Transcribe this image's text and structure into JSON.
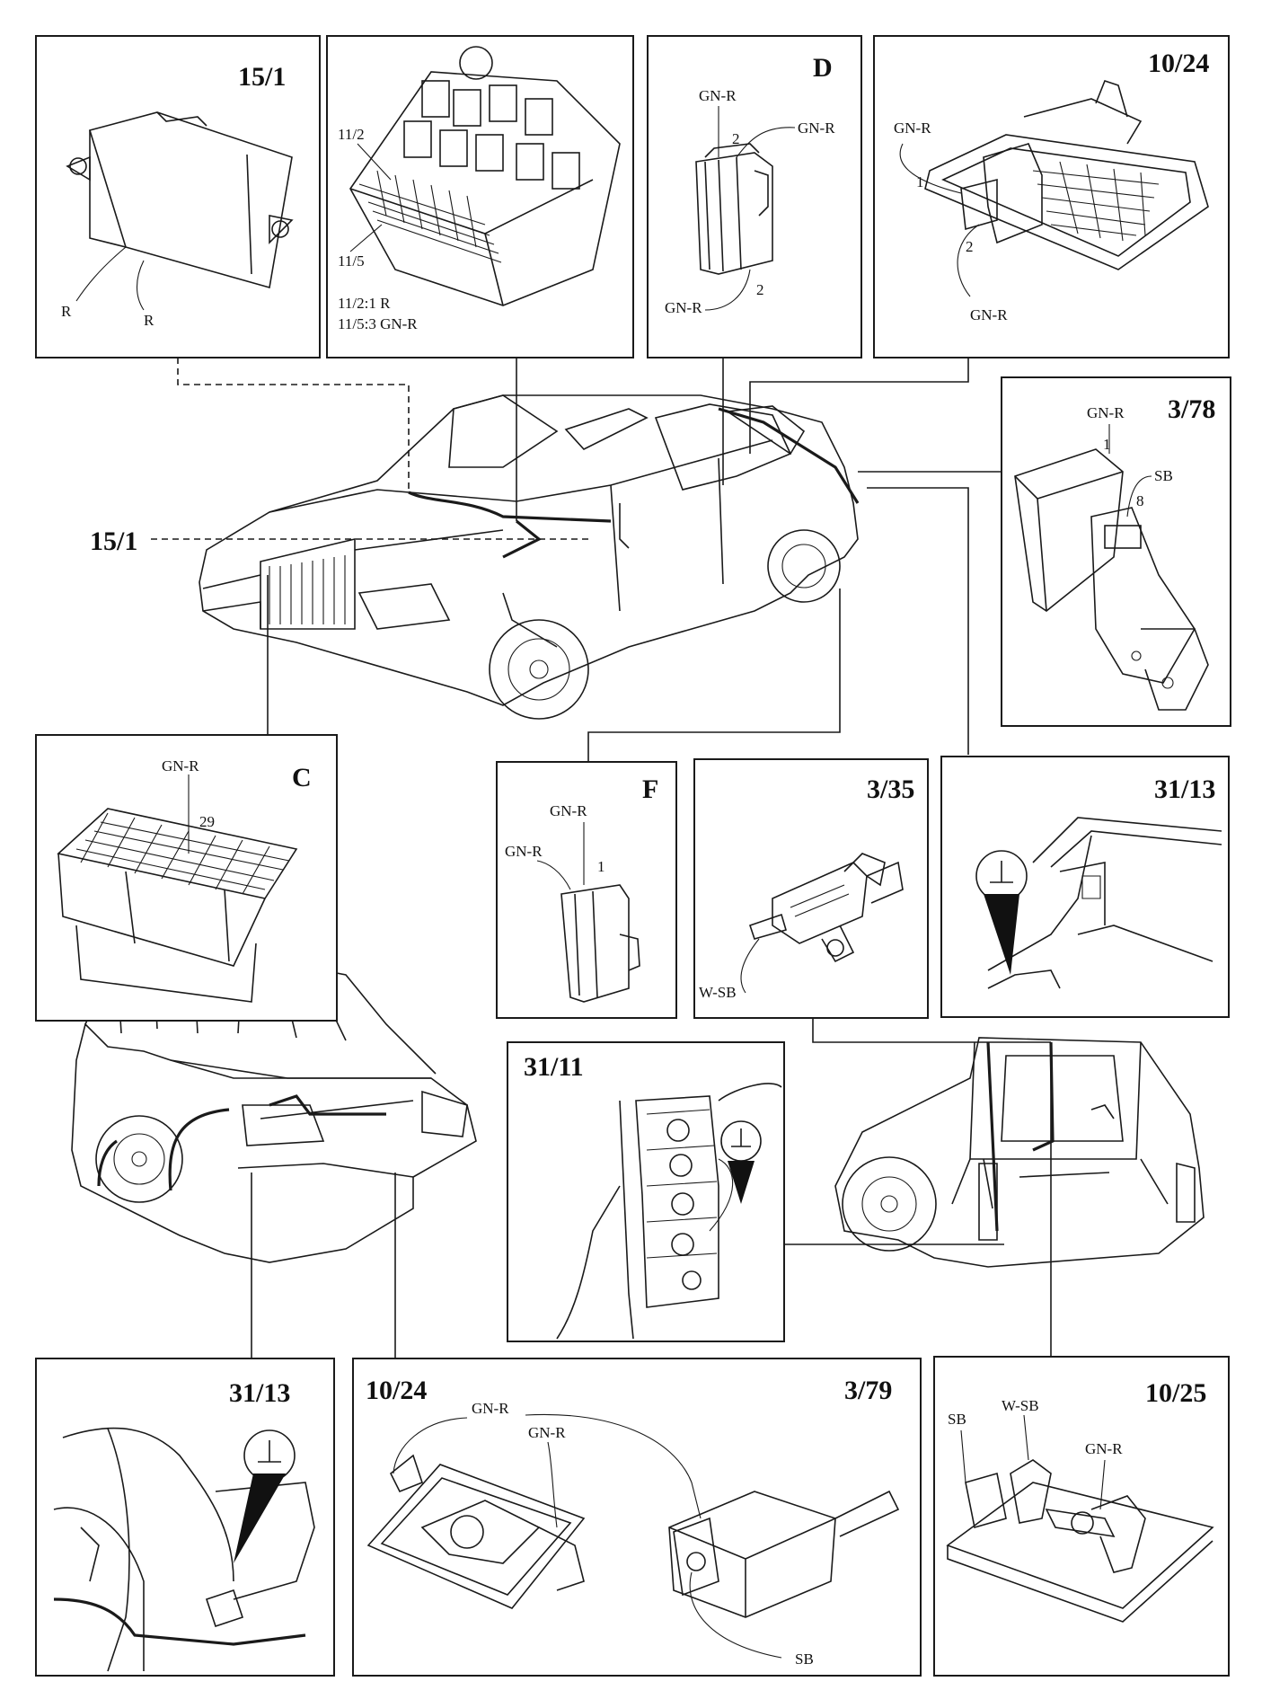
{
  "main_label": "15/1",
  "panels": {
    "p15_1": {
      "title": "15/1",
      "wire_a": "R",
      "wire_b": "R"
    },
    "fusebox": {
      "pin_a": "11/2",
      "pin_b": "11/5",
      "note_1": "11/2:1 R",
      "note_2": "11/5:3 GN-R"
    },
    "D": {
      "title": "D",
      "wire_top": "GN-R",
      "pin_top": "2",
      "wire_right": "GN-R",
      "pin_bottom": "2",
      "wire_bottom": "GN-R"
    },
    "p10_24_top": {
      "title": "10/24",
      "wire_a": "GN-R",
      "pin_1": "1",
      "pin_2": "2",
      "wire_b": "GN-R"
    },
    "p3_78": {
      "title": "3/78",
      "wire_a": "GN-R",
      "pin_1": "1",
      "wire_b": "SB",
      "pin_8": "8"
    },
    "C": {
      "title": "C",
      "wire": "GN-R",
      "pin": "29"
    },
    "F": {
      "title": "F",
      "wire_a": "GN-R",
      "wire_b": "GN-R",
      "pin": "1"
    },
    "p3_35": {
      "title": "3/35",
      "wire": "W-SB"
    },
    "p31_13_top": {
      "title": "31/13"
    },
    "p31_11": {
      "title": "31/11"
    },
    "p31_13_bottom": {
      "title": "31/13"
    },
    "p10_24_bottom": {
      "title_left": "10/24",
      "title_right": "3/79",
      "wire_a": "GN-R",
      "wire_b": "GN-R",
      "wire_c": "SB"
    },
    "p10_25": {
      "title": "10/25",
      "wire_a": "SB",
      "wire_b": "W-SB",
      "wire_c": "GN-R"
    }
  }
}
